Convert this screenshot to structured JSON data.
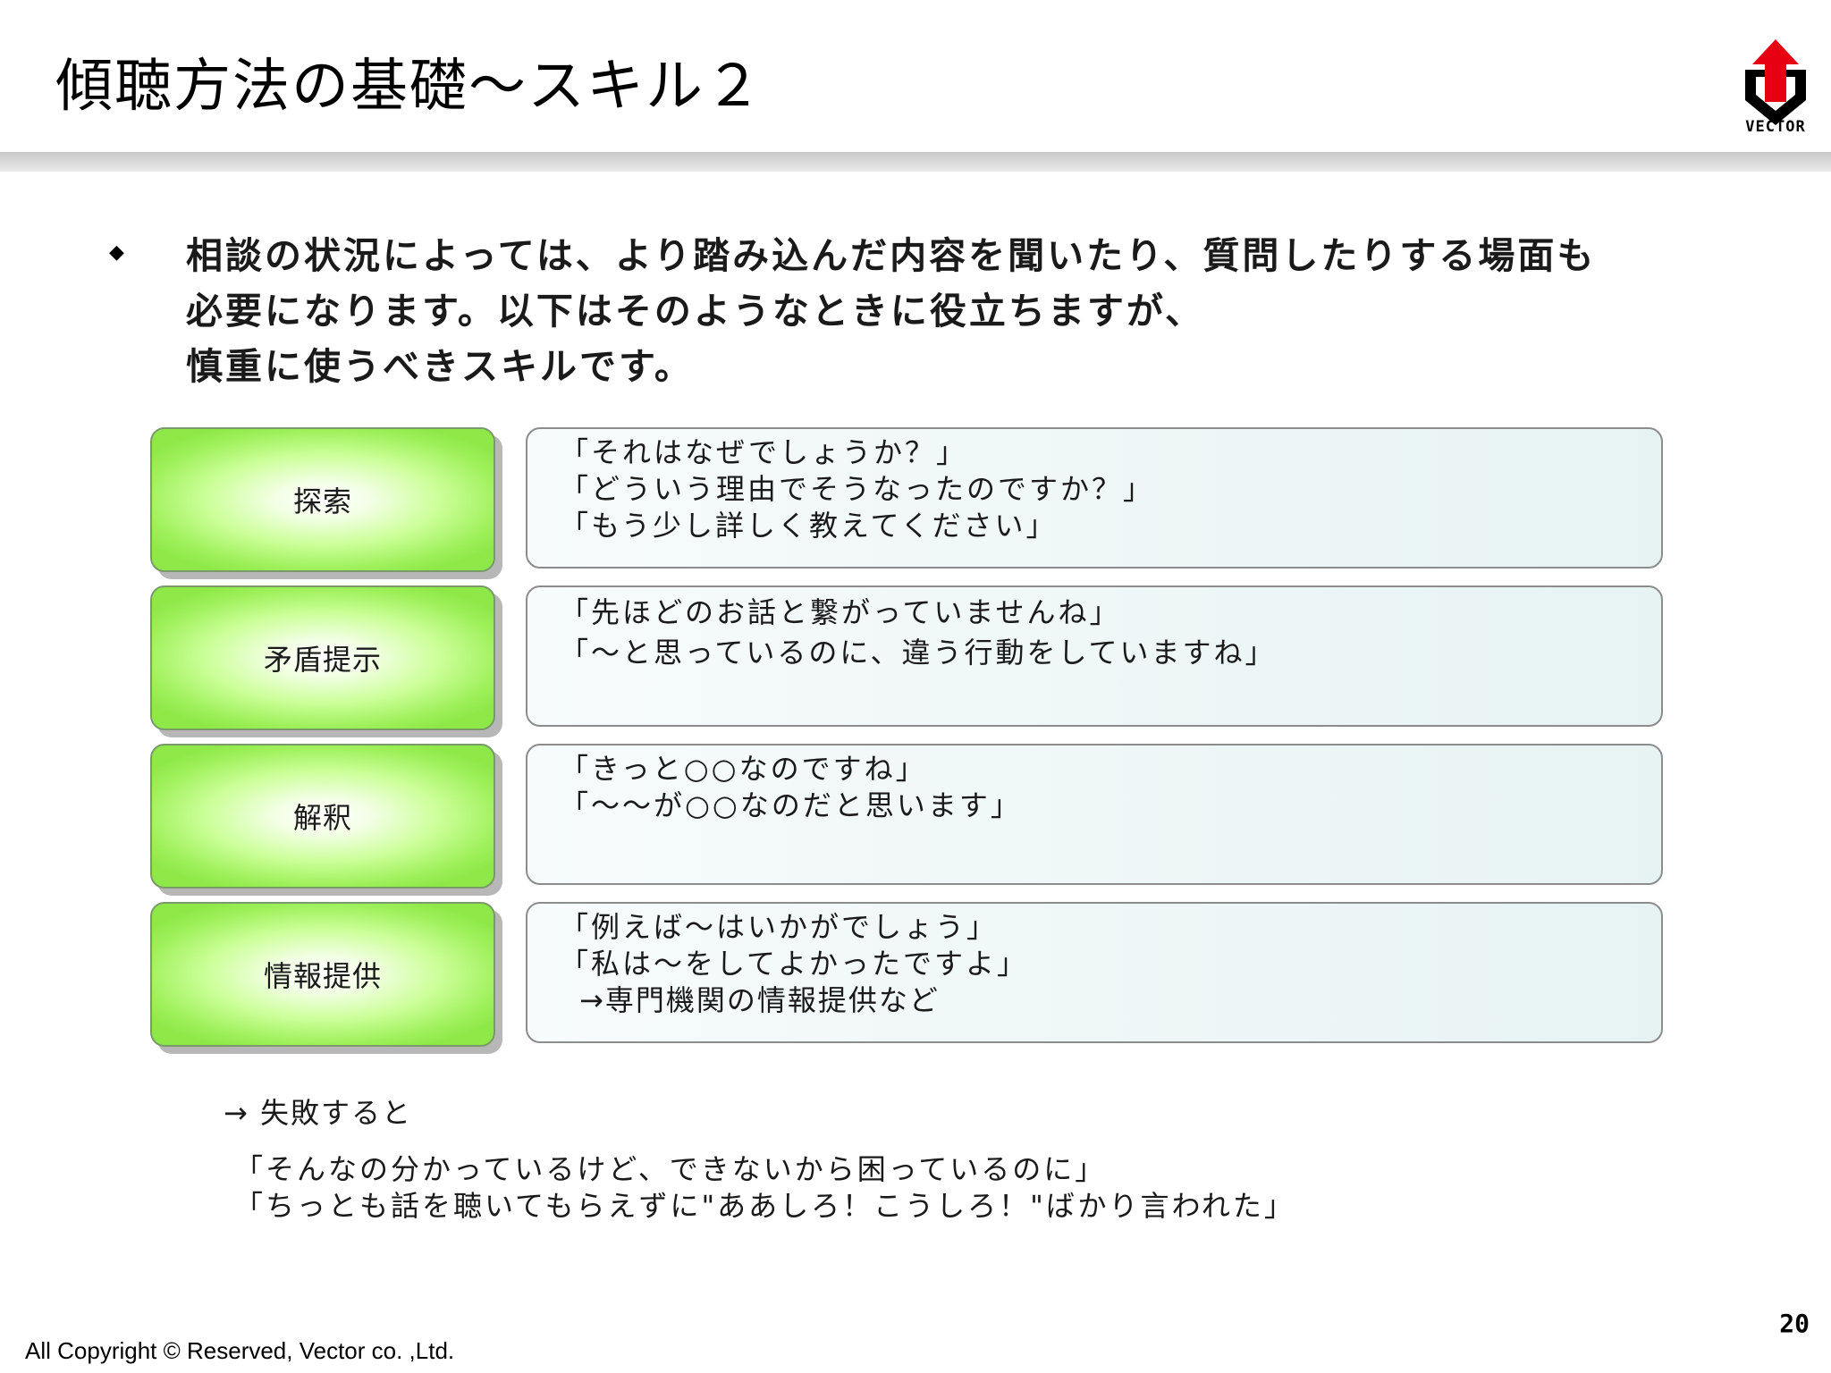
{
  "header": {
    "title": "傾聴方法の基礎～スキル２",
    "logo_text": "VECTOR",
    "logo_colors": {
      "arrow": "#e60012",
      "mark": "#000000"
    }
  },
  "intro": {
    "bullet_icon": "diamond-bullet",
    "lines": [
      "相談の状況によっては、より踏み込んだ内容を聞いたり、質問したりする場面も",
      "必要になります。以下はそのようなときに役立ちますが、",
      "慎重に使うべきスキルです。"
    ]
  },
  "skills": [
    {
      "term": "探索",
      "examples": [
        "「それはなぜでしょうか？」",
        "「どういう理由でそうなったのですか？」",
        "「もう少し詳しく教えてください」"
      ]
    },
    {
      "term": "矛盾提示",
      "examples": [
        "「先ほどのお話と繋がっていませんね」",
        "「～と思っているのに、違う行動をしていますね」"
      ]
    },
    {
      "term": "解釈",
      "examples": [
        "「きっと○○なのですね」",
        "「～～が○○なのだと思います」"
      ]
    },
    {
      "term": "情報提供",
      "examples": [
        "「例えば～はいかがでしょう」",
        "「私は～をしてよかったですよ」"
      ],
      "note": "→専門機関の情報提供など"
    }
  ],
  "failure": {
    "label": "→ 失敗すると",
    "quotes": [
      "「そんなの分かっているけど、できないから困っているのに」",
      "「ちっとも話を聴いてもらえずに\"ああしろ！こうしろ！\"ばかり言われた」"
    ]
  },
  "footer": {
    "copyright": "All Copyright © Reserved, Vector co. ,Ltd.",
    "page_number": "20"
  }
}
